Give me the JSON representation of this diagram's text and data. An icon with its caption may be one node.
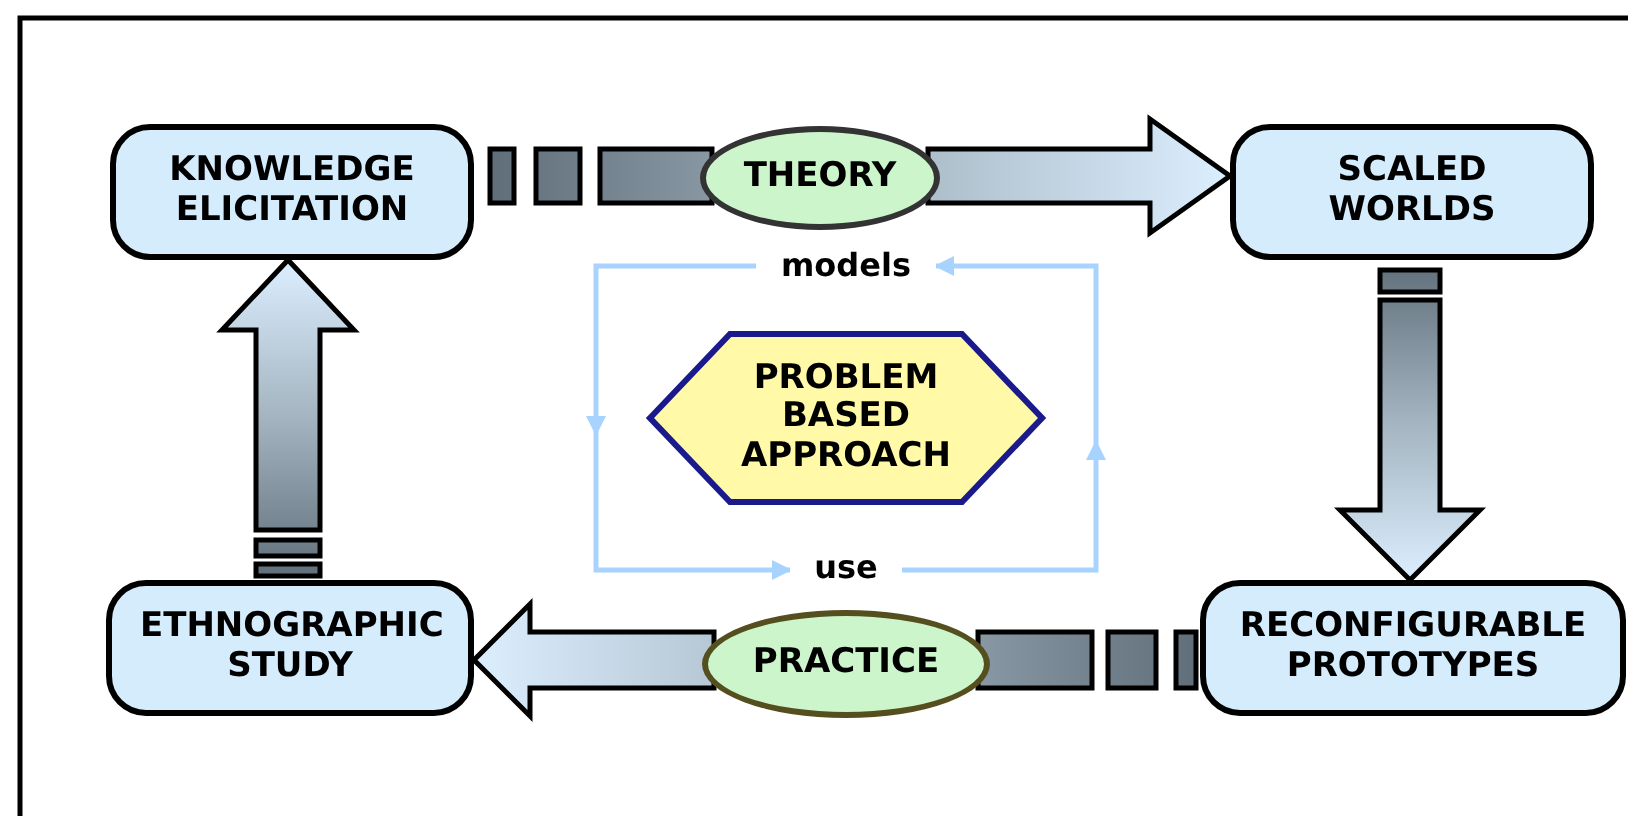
{
  "diagram": {
    "nodes": [
      {
        "text": [
          "KNOWLEDGE ELICITATION"
        ]
      },
      {
        "text": [
          "THEORY"
        ]
      },
      {
        "text": [
          "SCALED WORLDS"
        ]
      },
      {
        "text": [
          "PROBLEM BASED APPROACH"
        ]
      },
      {
        "text": [
          "ETHNOGRAPHIC STUDY"
        ]
      },
      {
        "text": [
          "PRACTICE"
        ]
      },
      {
        "text": [
          "RECONFIGURABLE PROTOTYPES"
        ]
      },
      {
        "text": [
          "models"
        ]
      },
      {
        "text": [
          "use"
        ]
      }
    ],
    "edges": [
      {
        "from": 0,
        "to": 1,
        "arrow": "none"
      },
      {
        "from": 1,
        "to": 2,
        "arrow": "to"
      },
      {
        "from": 2,
        "to": 6,
        "arrow": "to"
      },
      {
        "from": 6,
        "to": 5,
        "arrow": "none"
      },
      {
        "from": 5,
        "to": 4,
        "arrow": "to"
      },
      {
        "from": 4,
        "to": 0,
        "arrow": "to"
      },
      {
        "from": 7,
        "to": 8,
        "arrow": "to",
        "color": "#a9d3ff"
      },
      {
        "from": 8,
        "to": 7,
        "arrow": "to",
        "color": "#a9d3ff"
      }
    ]
  }
}
